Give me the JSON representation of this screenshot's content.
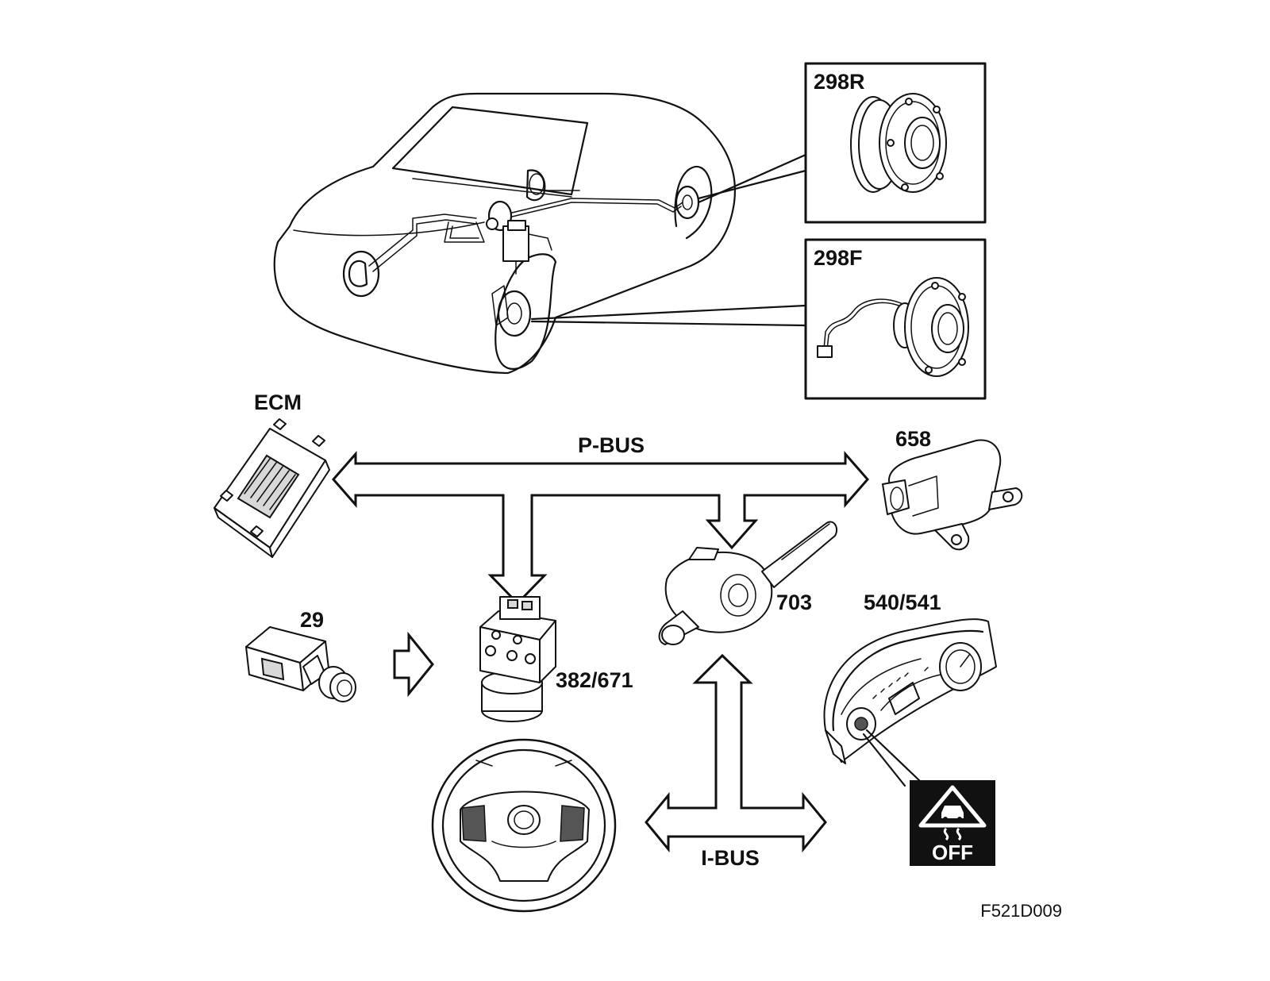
{
  "labels": {
    "rear_hub": "298R",
    "front_hub": "298F",
    "ecm": "ECM",
    "p_bus": "P-BUS",
    "sensor_658": "658",
    "switch_29": "29",
    "abs_unit": "382/671",
    "steering_module": "703",
    "instrument_cluster": "540/541",
    "i_bus": "I-BUS",
    "warning_lamp": "OFF",
    "figure_ref": "F521D009"
  },
  "icons": {
    "warning_lamp": "traction-control-off-icon",
    "signal_arrow": "arrow-right-icon"
  },
  "colors": {
    "line": "#111111",
    "background": "#ffffff",
    "lamp_background": "#111111",
    "lamp_symbol": "#ffffff"
  }
}
